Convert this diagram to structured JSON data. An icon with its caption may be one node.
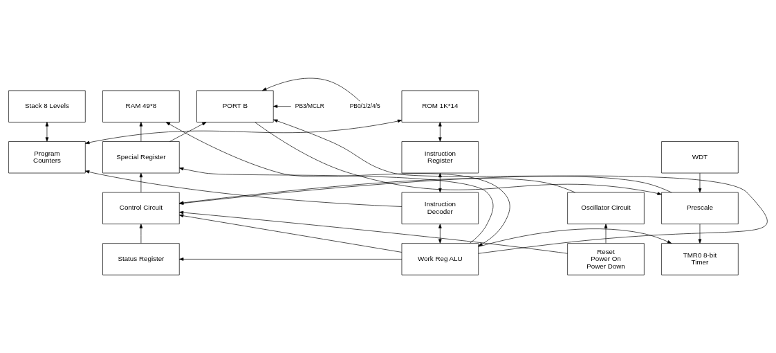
{
  "diagram": {
    "nodes": [
      {
        "text": [
          "Stack 8 Levels"
        ]
      },
      {
        "text": [
          "ROM 1K*14"
        ]
      },
      {
        "text": [
          "RAM 49*8"
        ]
      },
      {
        "text": [
          "PORT B"
        ]
      },
      {
        "text": [
          "Program Counters"
        ]
      },
      {
        "text": [
          "Instruction Register"
        ]
      },
      {
        "text": [
          "Special Register"
        ]
      },
      {
        "text": [
          "WDT"
        ]
      },
      {
        "text": [
          "Oscillator Circuit"
        ]
      },
      {
        "text": [
          "Instruction Decoder"
        ]
      },
      {
        "text": [
          "Control Circuit"
        ]
      },
      {
        "text": [
          "Prescale"
        ]
      },
      {
        "text": [
          "Reset Power On Power Down"
        ]
      },
      {
        "text": [
          "Work Reg ALU"
        ]
      },
      {
        "text": [
          "Status Register"
        ]
      },
      {
        "text": [
          "TMR0 8-bit Timer"
        ]
      },
      {
        "text": [
          "PB3/MCLR"
        ]
      },
      {
        "text": [
          "PB0/1/2/4/5"
        ]
      }
    ],
    "edges": [
      {
        "from": 0,
        "to": 4,
        "arrow": "both"
      },
      {
        "from": 1,
        "to": 4,
        "arrow": "both"
      },
      {
        "from": 1,
        "to": 5,
        "arrow": "both"
      },
      {
        "from": 5,
        "to": 9,
        "arrow": "both"
      },
      {
        "from": 9,
        "to": 13,
        "arrow": "both"
      },
      {
        "from": 9,
        "to": 4,
        "arrow": "to"
      },
      {
        "from": 12,
        "to": 8,
        "arrow": "to"
      },
      {
        "from": 8,
        "to": 10,
        "arrow": "to"
      },
      {
        "from": 12,
        "to": 10,
        "arrow": "to"
      },
      {
        "from": 11,
        "to": 10,
        "arrow": "to"
      },
      {
        "from": 3,
        "to": 11,
        "arrow": "to"
      },
      {
        "from": 7,
        "to": 11,
        "arrow": "to"
      },
      {
        "from": 11,
        "to": 15,
        "arrow": "to"
      },
      {
        "from": 14,
        "to": 10,
        "arrow": "to"
      },
      {
        "from": 10,
        "to": 6,
        "arrow": "to"
      },
      {
        "from": 6,
        "to": 2,
        "arrow": "to"
      },
      {
        "from": 6,
        "to": 3,
        "arrow": "to"
      },
      {
        "from": 13,
        "to": 2,
        "arrow": "both"
      },
      {
        "from": 13,
        "to": 6,
        "arrow": "to"
      },
      {
        "from": 13,
        "to": 10,
        "arrow": "to"
      },
      {
        "from": 13,
        "to": 14,
        "arrow": "to"
      },
      {
        "from": 13,
        "to": 3,
        "arrow": "to"
      },
      {
        "from": 13,
        "to": 15,
        "arrow": "to"
      },
      {
        "from": 16,
        "to": 3,
        "arrow": "to"
      },
      {
        "from": 17,
        "to": 3,
        "arrow": "to"
      }
    ]
  }
}
